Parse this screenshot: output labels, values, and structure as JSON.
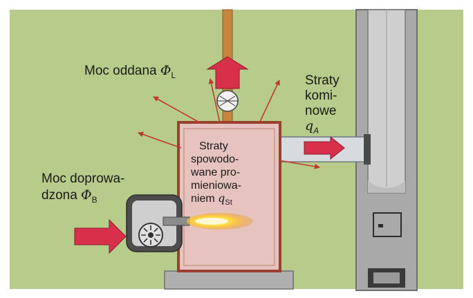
{
  "labels": {
    "moc_oddana": {
      "text": "Moc oddana ",
      "symbol": "Φ",
      "subscript": "L"
    },
    "straty_kominowe": {
      "lines": [
        "Straty",
        "komi-",
        "nowe"
      ],
      "symbol": "q",
      "subscript": "A"
    },
    "moc_doprowadzona": {
      "line1": "Moc doprowa-",
      "line2": "dzona ",
      "symbol": "Φ",
      "subscript": "B"
    },
    "straty_promieniowanie": {
      "lines": [
        "Straty",
        "spowodo-",
        "wane pro-",
        "mieniowa-"
      ],
      "last": "niem ",
      "symbol": "q",
      "subscript": "St"
    }
  },
  "colors": {
    "background": "#b7cc8a",
    "boiler_fill": "#e6c3bf",
    "boiler_border": "#9a4030",
    "arrow": "#d8304a",
    "radiation_arrow": "#c0392b",
    "chimney_outer": "#a9a9a9",
    "chimney_inner": "#cfcfcf",
    "pipe": "#c7863f",
    "duct": "#d7dbe0",
    "base": "#b0b0b0",
    "flame": "#ffd93d"
  }
}
